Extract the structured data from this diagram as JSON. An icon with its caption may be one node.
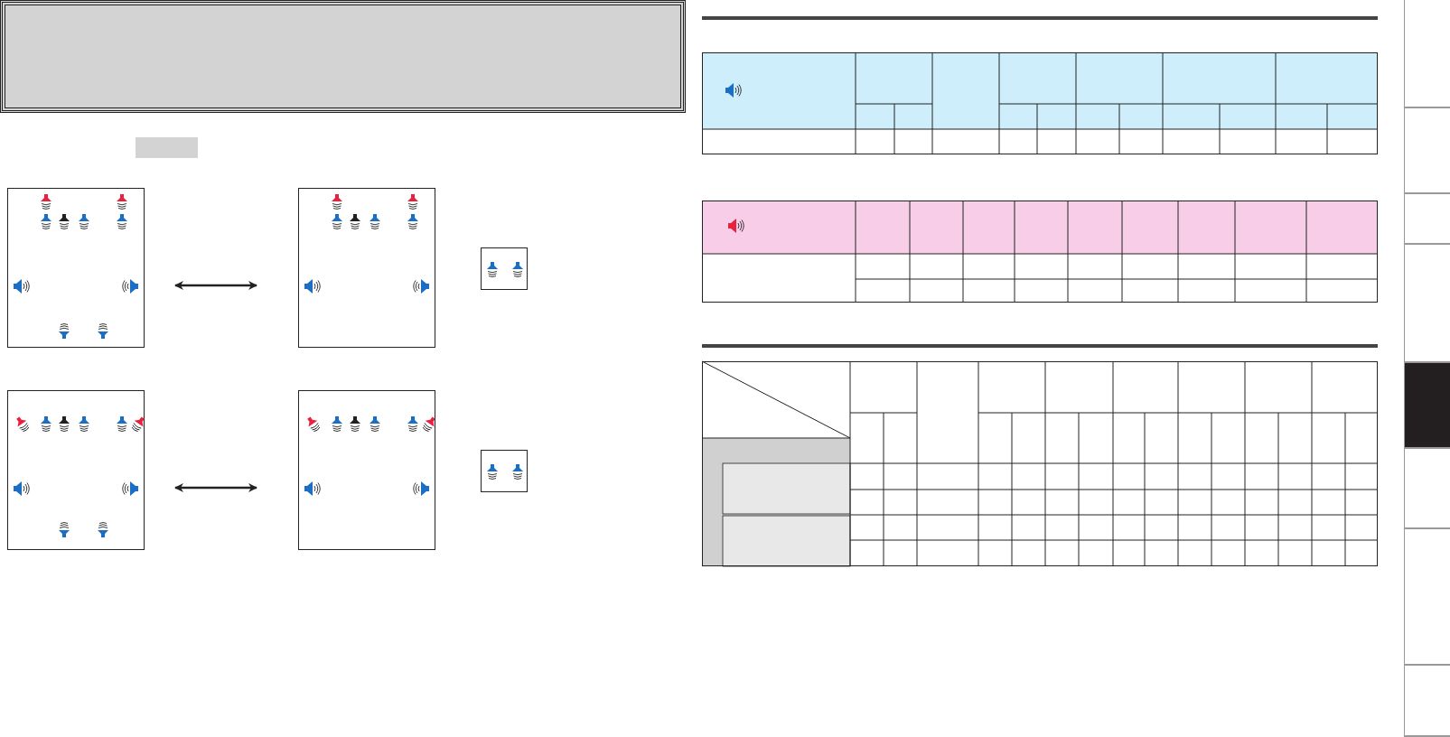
{
  "diagram": {
    "nodes": [
      {
        "text": [],
        "shape": "box"
      },
      {
        "text": [],
        "shape": "box"
      },
      {
        "text": [],
        "shape": "box"
      },
      {
        "text": [],
        "shape": "box"
      },
      {
        "text": [],
        "shape": "box"
      },
      {
        "text": [],
        "shape": "box"
      },
      {
        "text": [],
        "shape": "box"
      },
      {
        "text": [],
        "shape": "box"
      },
      {
        "text": [],
        "shape": "box"
      },
      {
        "text": [],
        "shape": "box"
      },
      {
        "text": [],
        "shape": "box"
      },
      {
        "text": [],
        "shape": "box"
      },
      {
        "text": [],
        "shape": "box"
      },
      {
        "text": [],
        "shape": "box"
      },
      {
        "text": [],
        "shape": "box"
      }
    ],
    "edges": [
      {
        "from": 1,
        "to": 2,
        "arrow": "both"
      },
      {
        "from": 4,
        "to": 5,
        "arrow": "both"
      }
    ]
  }
}
